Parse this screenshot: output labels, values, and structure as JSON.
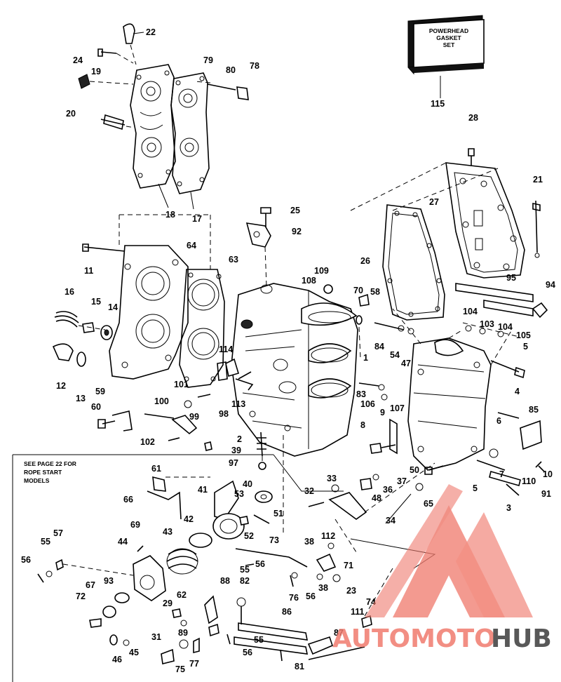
{
  "box_label": [
    "POWERHEAD",
    "GASKET",
    "SET"
  ],
  "note": [
    "SEE PAGE 22 FOR",
    "ROPE START",
    "MODELS"
  ],
  "watermark": {
    "part1": "AUTOMOTO",
    "part2": "HUB",
    "color1": "#f07b6e",
    "color2": "#3b3b3b"
  },
  "callouts": [
    "22",
    "24",
    "19",
    "79",
    "80",
    "78",
    "20",
    "18",
    "17",
    "115",
    "28",
    "21",
    "27",
    "25",
    "92",
    "26",
    "95",
    "94",
    "11",
    "64",
    "63",
    "109",
    "108",
    "70",
    "58",
    "104",
    "103",
    "104",
    "105",
    "16",
    "15",
    "14",
    "12",
    "13",
    "114",
    "84",
    "54",
    "47",
    "1",
    "5",
    "59",
    "60",
    "101",
    "100",
    "99",
    "98",
    "113",
    "83",
    "106",
    "107",
    "4",
    "85",
    "102",
    "9",
    "8",
    "6",
    "2",
    "39",
    "97",
    "61",
    "33",
    "37",
    "36",
    "40",
    "32",
    "48",
    "50",
    "7",
    "10",
    "110",
    "5",
    "91",
    "66",
    "41",
    "53",
    "51",
    "42",
    "52",
    "34",
    "65",
    "3",
    "69",
    "43",
    "73",
    "57",
    "55",
    "56",
    "44",
    "55",
    "56",
    "112",
    "38",
    "71",
    "93",
    "38",
    "23",
    "56",
    "67",
    "72",
    "82",
    "88",
    "62",
    "29",
    "76",
    "86",
    "74",
    "111",
    "89",
    "87",
    "31",
    "46",
    "45",
    "75",
    "77",
    "55",
    "56",
    "81"
  ]
}
